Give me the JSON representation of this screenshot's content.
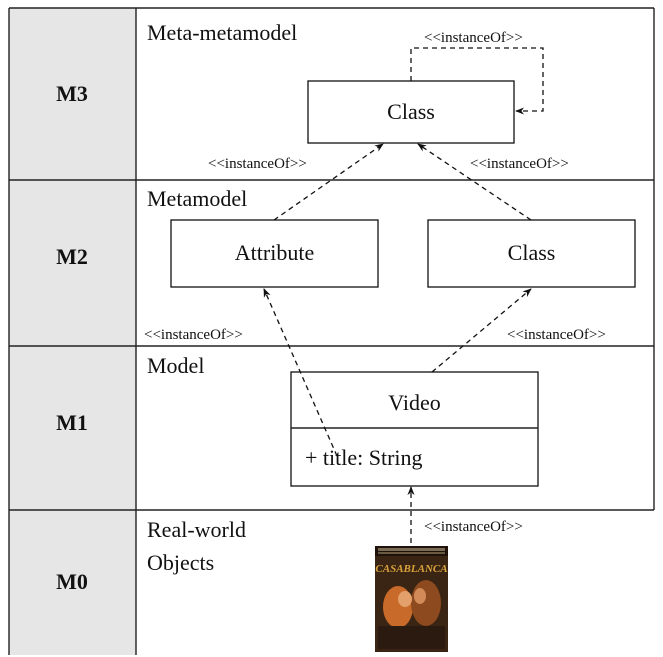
{
  "layers": [
    {
      "id": "M3",
      "title": "Meta-metamodel"
    },
    {
      "id": "M2",
      "title": "Metamodel"
    },
    {
      "id": "M1",
      "title": "Model"
    },
    {
      "id": "M0",
      "title_lines": [
        "Real-world",
        "Objects"
      ]
    }
  ],
  "elements": {
    "m3_class": "Class",
    "m2_attribute": "Attribute",
    "m2_class": "Class",
    "m1_video_name": "Video",
    "m1_video_attr": "+ title: String"
  },
  "relations": {
    "m3_self": "<<instanceOf>>",
    "m3_left": "<<instanceOf>>",
    "m3_right": "<<instanceOf>>",
    "m2_left": "<<instanceOf>>",
    "m2_right": "<<instanceOf>>",
    "m1_m0": "<<instanceOf>>"
  },
  "image": {
    "title_text": "CASABLANCA",
    "description": "movie poster"
  },
  "colors": {
    "label_column": "#e6e6e6",
    "line": "#111111",
    "poster_dark": "#3a2414",
    "poster_warm": "#c86a2a",
    "poster_title": "#d9a33a"
  }
}
